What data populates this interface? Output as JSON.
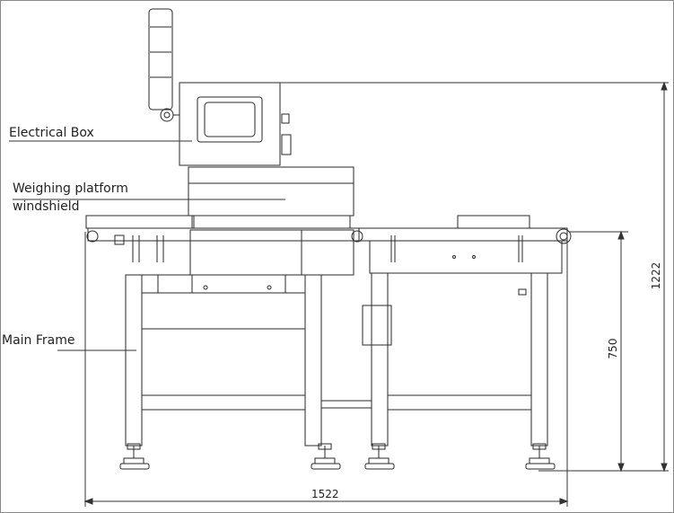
{
  "labels": {
    "electrical_box": "Electrical Box",
    "weighing_platform_line1": "Weighing platform",
    "weighing_platform_line2": "windshield",
    "main_frame": "Main Frame"
  },
  "dimensions": {
    "overall_length": "1522",
    "overall_height": "1222",
    "conveyor_height": "750"
  },
  "colors": {
    "line": "#2a2a2a",
    "dim_line": "#333333"
  }
}
